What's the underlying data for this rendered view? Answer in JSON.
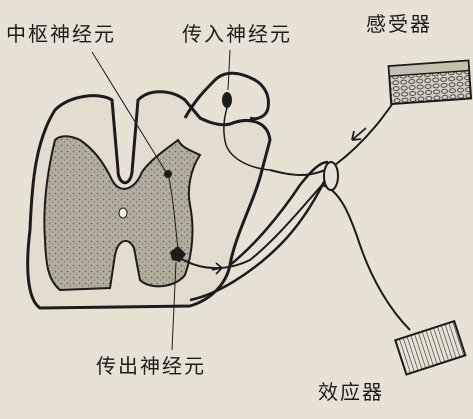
{
  "labels": {
    "central_neuron": "中枢神经元",
    "afferent_neuron": "传入神经元",
    "receptor": "感受器",
    "efferent_neuron": "传出神经元",
    "effector": "效应器"
  },
  "colors": {
    "background": "#e8e2d4",
    "ink": "#1c1c1c",
    "gray_matter": "#a8a294"
  }
}
